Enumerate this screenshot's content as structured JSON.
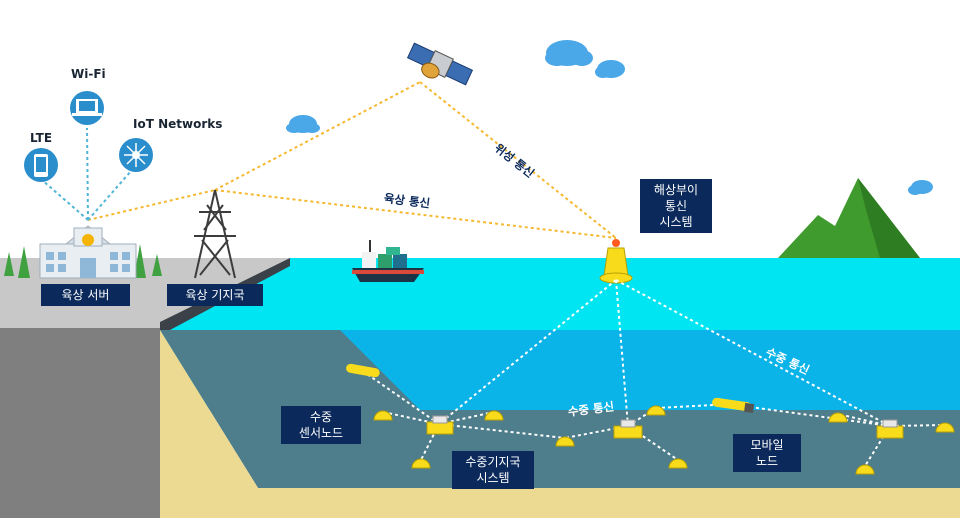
{
  "labels": {
    "land_server": "육상 서버",
    "land_base_station": "육상 기지국",
    "buoy_system": [
      "해상부이",
      "통신",
      "시스템"
    ],
    "underwater_sensor_node": [
      "수중",
      "센서노드"
    ],
    "underwater_base_station": [
      "수중기지국",
      "시스템"
    ],
    "mobile_node": [
      "모바일",
      "노드"
    ]
  },
  "networks": {
    "lte": "LTE",
    "wifi": "Wi-Fi",
    "iot": "IoT Networks"
  },
  "links": {
    "satellite": "위성 통신",
    "land": "육상 통신",
    "underwater_right": "수중 통신",
    "underwater_mid": "수중 통신"
  },
  "colors": {
    "sky": "#ffffff",
    "sea_surface": "#00e5f2",
    "sea_mid": "#0ab3e8",
    "sea_deep": "#4e7d8c",
    "sand": "#ecd992",
    "ground_gray": "#7f7f7f",
    "land_gray": "#c8c8c8",
    "label_bg": "#0b2a5b",
    "link_yellow": "#f5b82e",
    "node_yellow": "#f8dc1c",
    "mountain_green": "#3f9b2e"
  }
}
